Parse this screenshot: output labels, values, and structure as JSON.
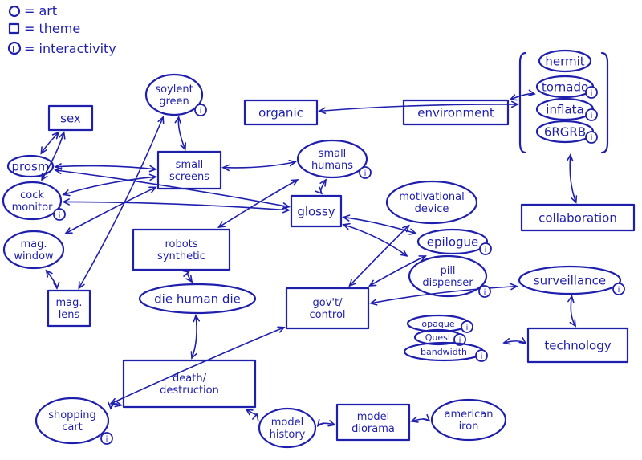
{
  "legend": [
    {
      "symbol": "O",
      "text": "= art"
    },
    {
      "symbol": "□",
      "text": "= theme"
    },
    {
      "symbol": "i",
      "text": "= interactivity"
    }
  ],
  "nodes": {
    "sex": {
      "label": "sex",
      "kind": "theme"
    },
    "soylent_green": {
      "label": [
        "soylent",
        "green"
      ],
      "kind": "art",
      "interactive": true
    },
    "organic": {
      "label": "organic",
      "kind": "theme"
    },
    "environment": {
      "label": "environment",
      "kind": "theme"
    },
    "hermit": {
      "label": "hermit",
      "kind": "art"
    },
    "tornado": {
      "label": "tornado",
      "kind": "art",
      "interactive": true
    },
    "inflata": {
      "label": "inflata",
      "kind": "art",
      "interactive": true
    },
    "grgrb": {
      "label": "6RGRB",
      "kind": "art",
      "interactive": true
    },
    "prosm": {
      "label": "prosm",
      "kind": "art"
    },
    "small_screens": {
      "label": [
        "small",
        "screens"
      ],
      "kind": "theme"
    },
    "small_humans": {
      "label": [
        "small",
        "humans"
      ],
      "kind": "art",
      "interactive": true
    },
    "cock_monitor": {
      "label": [
        "cock",
        "monitor"
      ],
      "kind": "art",
      "interactive": true
    },
    "glossy": {
      "label": "glossy",
      "kind": "theme"
    },
    "motivational_device": {
      "label": [
        "motivational",
        "device"
      ],
      "kind": "art"
    },
    "collaboration": {
      "label": "collaboration",
      "kind": "theme"
    },
    "mag_window": {
      "label": [
        "mag.",
        "window"
      ],
      "kind": "art"
    },
    "robots_synthetic": {
      "label": [
        "robots",
        "synthetic"
      ],
      "kind": "theme"
    },
    "epilogue": {
      "label": "epilogue",
      "kind": "art",
      "interactive": true
    },
    "pill_dispenser": {
      "label": [
        "pill",
        "dispenser"
      ],
      "kind": "art",
      "interactive": true
    },
    "surveillance": {
      "label": "surveillance",
      "kind": "art",
      "interactive": true
    },
    "mag_lens": {
      "label": [
        "mag.",
        "lens"
      ],
      "kind": "theme"
    },
    "die_human_die": {
      "label": "die human die",
      "kind": "art"
    },
    "govt_control": {
      "label": [
        "gov't/",
        "control"
      ],
      "kind": "theme"
    },
    "opaque": {
      "label": "opaque",
      "kind": "art",
      "interactive": true
    },
    "quest": {
      "label": "Quest",
      "kind": "art",
      "interactive": true
    },
    "bandwidth": {
      "label": "bandwidth",
      "kind": "art",
      "interactive": true
    },
    "technology": {
      "label": "technology",
      "kind": "theme"
    },
    "death_destruction": {
      "label": [
        "death/",
        "destruction"
      ],
      "kind": "theme"
    },
    "shopping_cart": {
      "label": [
        "shopping",
        "cart"
      ],
      "kind": "art",
      "interactive": true
    },
    "model_history": {
      "label": [
        "model",
        "history"
      ],
      "kind": "art"
    },
    "model_diorama": {
      "label": [
        "model",
        "diorama"
      ],
      "kind": "theme"
    },
    "american_iron": {
      "label": [
        "american",
        "iron"
      ],
      "kind": "art"
    }
  },
  "edges": [
    [
      "sex",
      "prosm"
    ],
    [
      "sex",
      "cock_monitor"
    ],
    [
      "soylent_green",
      "small_screens"
    ],
    [
      "soylent_green",
      "mag_lens"
    ],
    [
      "organic",
      "art_group"
    ],
    [
      "environment",
      "tornado"
    ],
    [
      "art_group",
      "collaboration"
    ],
    [
      "prosm",
      "small_screens"
    ],
    [
      "prosm",
      "glossy"
    ],
    [
      "small_screens",
      "small_humans"
    ],
    [
      "small_screens",
      "cock_monitor"
    ],
    [
      "small_screens",
      "mag_window"
    ],
    [
      "small_humans",
      "glossy"
    ],
    [
      "small_humans",
      "robots_synthetic"
    ],
    [
      "cock_monitor",
      "glossy"
    ],
    [
      "mag_window",
      "mag_lens"
    ],
    [
      "glossy",
      "epilogue"
    ],
    [
      "glossy",
      "pill_dispenser"
    ],
    [
      "motivational_device",
      "govt_control"
    ],
    [
      "epilogue",
      "govt_control"
    ],
    [
      "robots_synthetic",
      "die_human_die"
    ],
    [
      "die_human_die",
      "death_destruction"
    ],
    [
      "govt_control",
      "surveillance"
    ],
    [
      "govt_control",
      "shopping_cart"
    ],
    [
      "surveillance",
      "technology"
    ],
    [
      "bandwidth_group",
      "technology"
    ],
    [
      "death_destruction",
      "shopping_cart"
    ],
    [
      "death_destruction",
      "model_history"
    ],
    [
      "model_history",
      "model_diorama"
    ],
    [
      "model_diorama",
      "american_iron"
    ]
  ],
  "colors": {
    "ink": "#1f1fae",
    "background": "#ffffff"
  }
}
